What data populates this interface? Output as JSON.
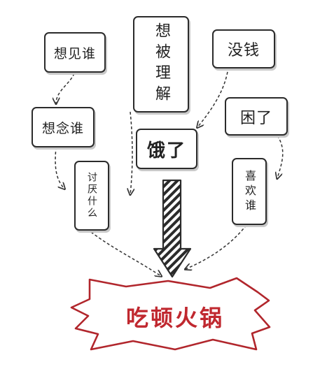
{
  "nodes": {
    "want_see": "想见谁",
    "want_miss": "想念谁",
    "hate_what": "讨厌什么",
    "want_understood": "想被理解",
    "no_money": "没钱",
    "sleepy": "困了",
    "like_who": "喜欢谁",
    "hungry": "饿了"
  },
  "result": {
    "label": "吃顿火锅"
  },
  "colors": {
    "ink": "#222222",
    "burst_border": "#b1262c",
    "result_text": "#c0282f"
  }
}
